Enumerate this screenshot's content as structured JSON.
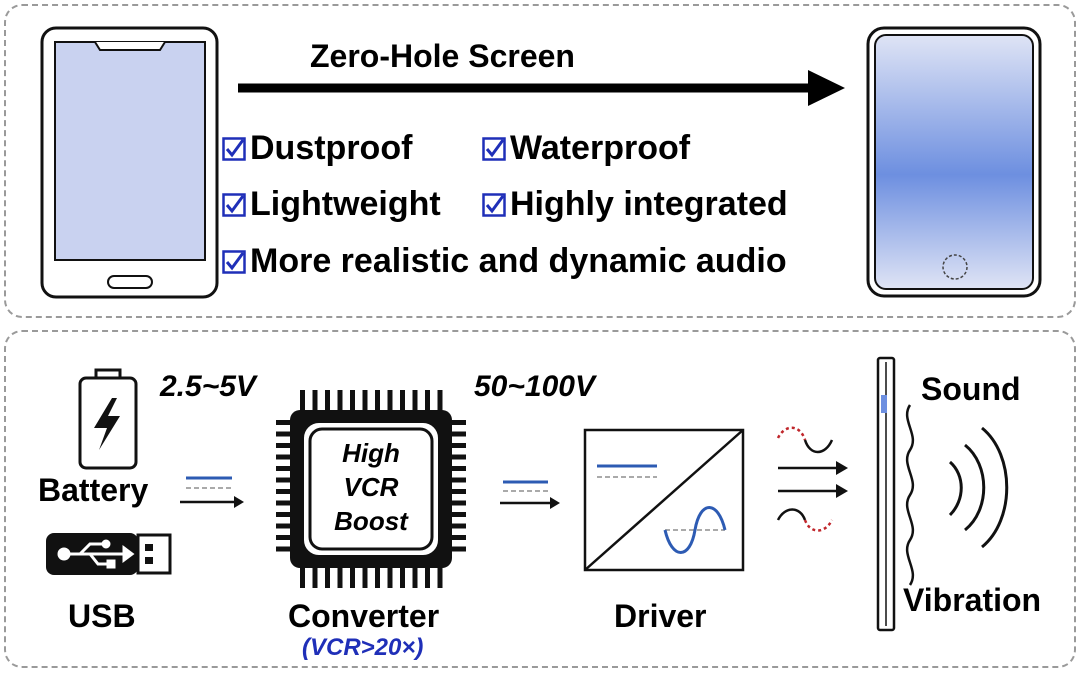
{
  "top": {
    "arrow_label": "Zero-Hole Screen",
    "features": [
      "Dustproof",
      "Waterproof",
      "Lightweight",
      "Highly integrated",
      "More realistic and dynamic audio"
    ]
  },
  "bottom": {
    "input_voltage": "2.5~5V",
    "output_voltage": "50~100V",
    "battery_label": "Battery",
    "usb_label": "USB",
    "chip_lines": [
      "High",
      "VCR",
      "Boost"
    ],
    "converter_label": "Converter",
    "converter_note": "(VCR>20×)",
    "driver_label": "Driver",
    "sound_label": "Sound",
    "vibration_label": "Vibration"
  },
  "colors": {
    "check": "#1f2fb8",
    "note": "#1f2fb8",
    "dc_line": "#2d5bb3",
    "wave_red": "#c0262b",
    "screen_light": "#c9d2f0",
    "screen_gradient_mid": "#6d8fe0"
  }
}
